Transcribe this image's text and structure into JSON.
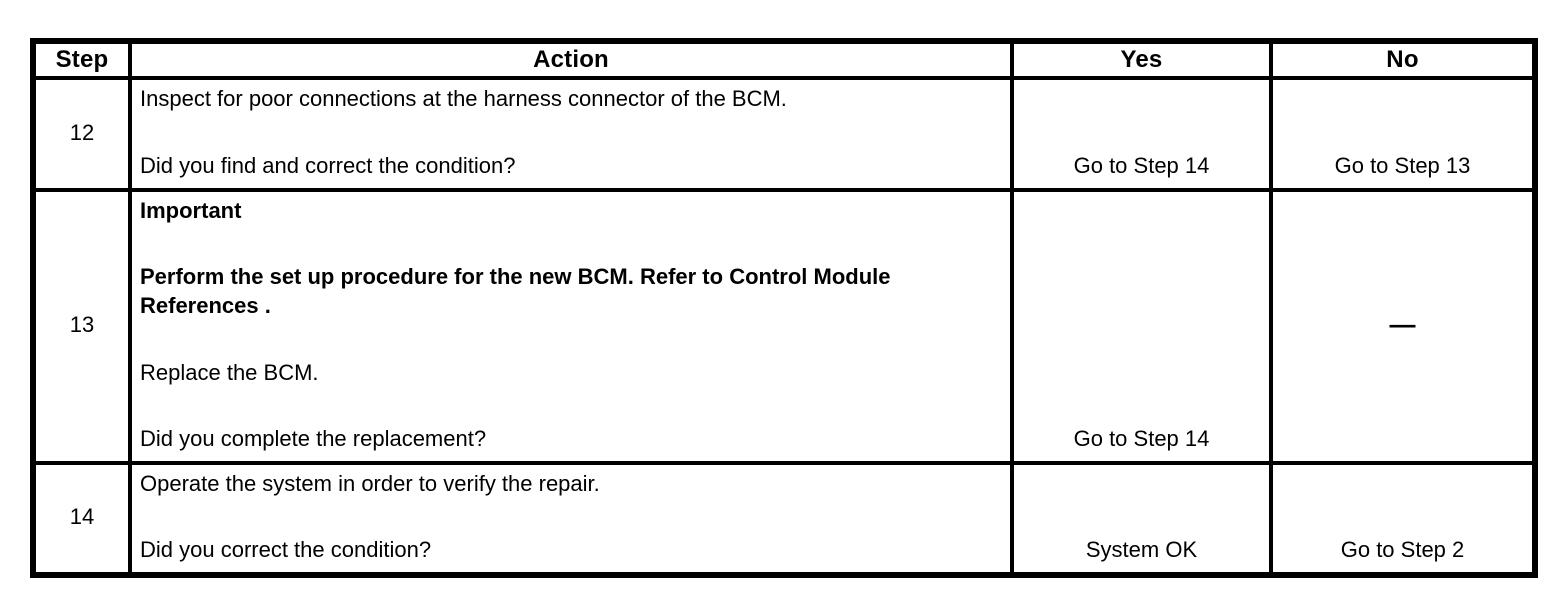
{
  "table": {
    "headers": {
      "step": "Step",
      "action": "Action",
      "yes": "Yes",
      "no": "No"
    },
    "rows": [
      {
        "step": "12",
        "action": [
          {
            "text": "Inspect for poor connections at the harness connector of the BCM."
          },
          {
            "text": "Did you find and correct the condition?"
          }
        ],
        "yes": "Go to Step 14",
        "no": "Go to Step 13"
      },
      {
        "step": "13",
        "action": [
          {
            "text": "Important"
          },
          {
            "text": "Perform the set up procedure for the new BCM. Refer to Control Module References ."
          },
          {
            "text": "Replace the BCM."
          },
          {
            "text": "Did you complete the replacement?"
          }
        ],
        "yes": "Go to Step 14",
        "no": "—"
      },
      {
        "step": "14",
        "action": [
          {
            "text": "Operate the system in order to verify the repair."
          },
          {
            "text": "Did you correct the condition?"
          }
        ],
        "yes": "System OK",
        "no": "Go to Step 2"
      }
    ]
  }
}
